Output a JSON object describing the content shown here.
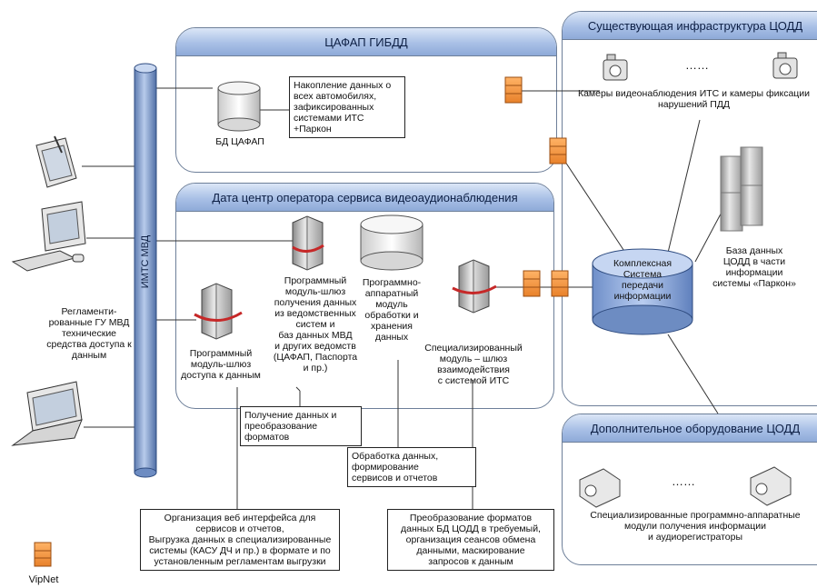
{
  "panels": {
    "cafap": "ЦАФАП ГИБДД",
    "datacenter": "Дата центр оператора сервиса видеоаудионаблюдения",
    "infra": "Существующая инфраструктура ЦОДД",
    "extra": "Дополнительное оборудование ЦОДД"
  },
  "bus_label": "ИМТС МВД",
  "labels": {
    "db_cafap": "БД ЦАФАП",
    "accumulation": "Накопление данных о\nвсех автомобилях,\nзафиксированных\nсистемами ИТС\n+Паркон",
    "cameras": "Камеры видеонаблюдения ИТС и камеры фиксации\nнарушений ПДД",
    "dots1": "……",
    "dots2": "……",
    "database": "База данных\nЦОДД в части\nинформации\nсистемы «Паркон»",
    "complex": "Комплексная\nСистема\nпередачи\nинформации",
    "module_gateway_data": "Программный\nмодуль-шлюз\nполучения данных\nиз ведомственных\nсистем и\nбаз данных МВД\nи других ведомств\n(ЦАФАП, Паспорта\nи пр.)",
    "module_hw": "Программно-\nаппаратный\nмодуль\nобработки и\nхранения\nданных",
    "module_access": "Программный\nмодуль-шлюз\nдоступа к данным",
    "module_its": "Специализированный\nмодуль – шлюз\nвзаимодействия\nс системой ИТС",
    "reglament": "Регламенти-\nрованные ГУ МВД\nтехнические\nсредства доступа к\nданным",
    "recorders": "Специализированные программно-аппаратные\nмодули получения информации\nи аудиорегистраторы",
    "vipnet": "VipNet"
  },
  "callouts": {
    "receive": "Получение данных и\nпреобразование\nформатов",
    "process": "Обработка данных,\nформирование\nсервисов и отчетов",
    "web": "Организация веб интерфейса для\nсервисов и отчетов,\nВыгрузка данных в специализированные\nсистемы (КАСУ ДЧ и пр.) в формате и по\nустановленным регламентам выгрузки",
    "convert": "Преобразование форматов\nданных БД ЦОДД в требуемый,\nорганизация сеансов обмена\nданными, маскирование\nзапросов к данным"
  }
}
